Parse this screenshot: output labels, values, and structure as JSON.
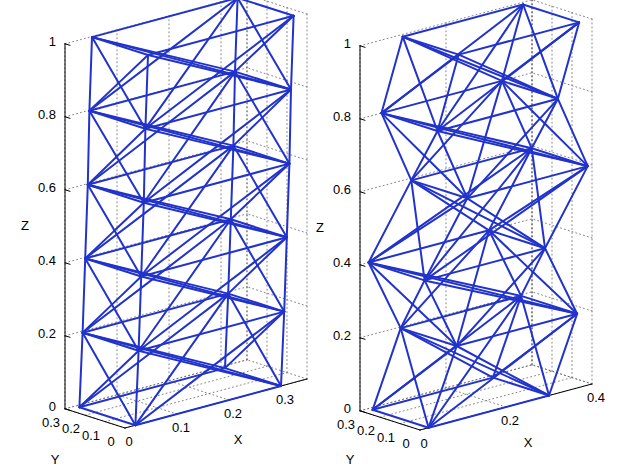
{
  "diagram": {
    "labels": [
      "1",
      "0.8",
      "0.6",
      "0.4",
      "0.2",
      "0",
      "Z",
      "0.3",
      "0.2",
      "0.1",
      "0",
      "Y",
      "0",
      "0.1",
      "0.2",
      "0.3",
      "X",
      "1",
      "0.8",
      "0.6",
      "0.4",
      "0.2",
      "0",
      "Z",
      "0.3",
      "0.2",
      "0.1",
      "0",
      "Y",
      "0",
      "0.2",
      "0.4",
      "X"
    ]
  }
}
